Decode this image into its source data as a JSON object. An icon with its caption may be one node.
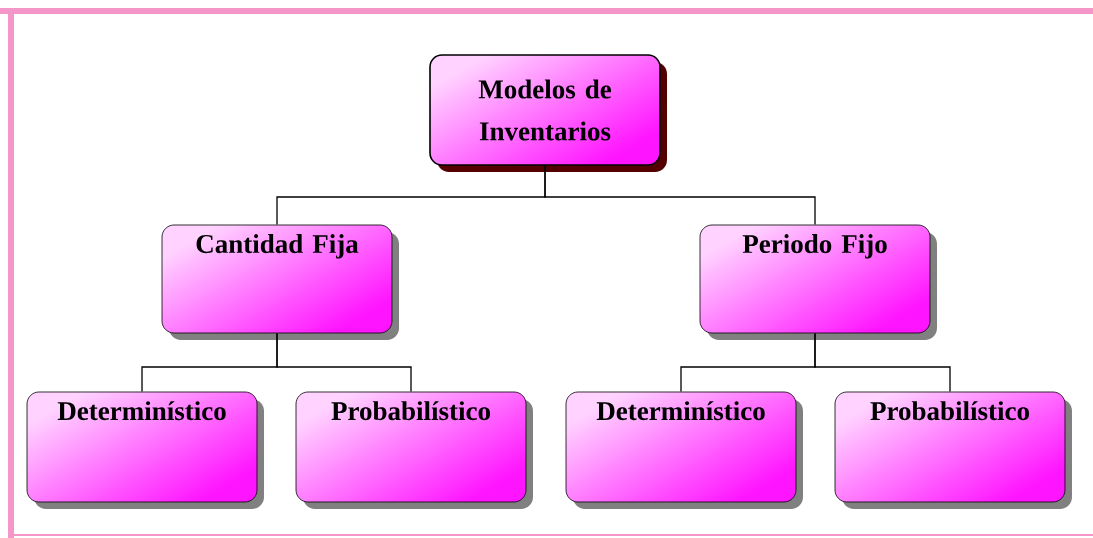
{
  "diagram": {
    "nodes": [
      {
        "text": [
          "Modelos de Inventarios"
        ]
      },
      {
        "text": [
          "Cantidad Fija"
        ]
      },
      {
        "text": [
          "Periodo Fijo"
        ]
      },
      {
        "text": [
          "Determinístico"
        ]
      },
      {
        "text": [
          "Probabilístico"
        ]
      },
      {
        "text": [
          "Determinístico"
        ]
      },
      {
        "text": [
          "Probabilístico"
        ]
      }
    ],
    "edges": [
      {
        "from": 0,
        "to": 1,
        "arrow": "none"
      },
      {
        "from": 0,
        "to": 2,
        "arrow": "none"
      },
      {
        "from": 1,
        "to": 3,
        "arrow": "none"
      },
      {
        "from": 1,
        "to": 4,
        "arrow": "none"
      },
      {
        "from": 2,
        "to": 5,
        "arrow": "none"
      },
      {
        "from": 2,
        "to": 6,
        "arrow": "none"
      }
    ]
  }
}
